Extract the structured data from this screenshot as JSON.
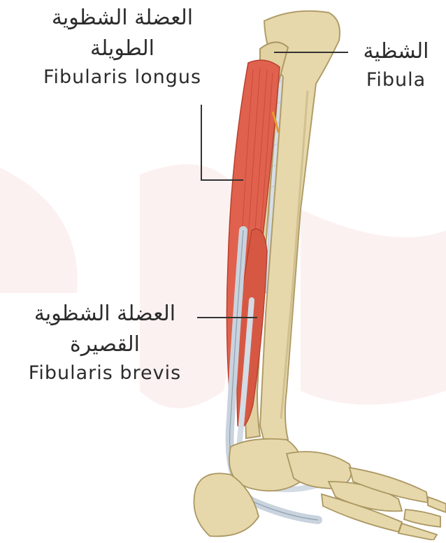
{
  "labels": {
    "fibularis_longus": {
      "arabic_line1": "العضلة الشظوية",
      "arabic_line2": "الطويلة",
      "latin": "Fibularis longus"
    },
    "fibula": {
      "arabic": "الشظية",
      "latin": "Fibula"
    },
    "fibularis_brevis": {
      "arabic_line1": "العضلة الشظوية",
      "arabic_line2": "القصيرة",
      "latin": "Fibularis brevis"
    }
  },
  "colors": {
    "bone": "#e2d3a4",
    "bone_shadow": "#b9a675",
    "muscle": "#e0614d",
    "muscle_dark": "#c8432f",
    "tendon": "#c9d3de",
    "membrane": "#cfd9e3",
    "leader_line": "#333333",
    "text": "#2b2b2b",
    "background_watermark": "#fbeeee"
  }
}
